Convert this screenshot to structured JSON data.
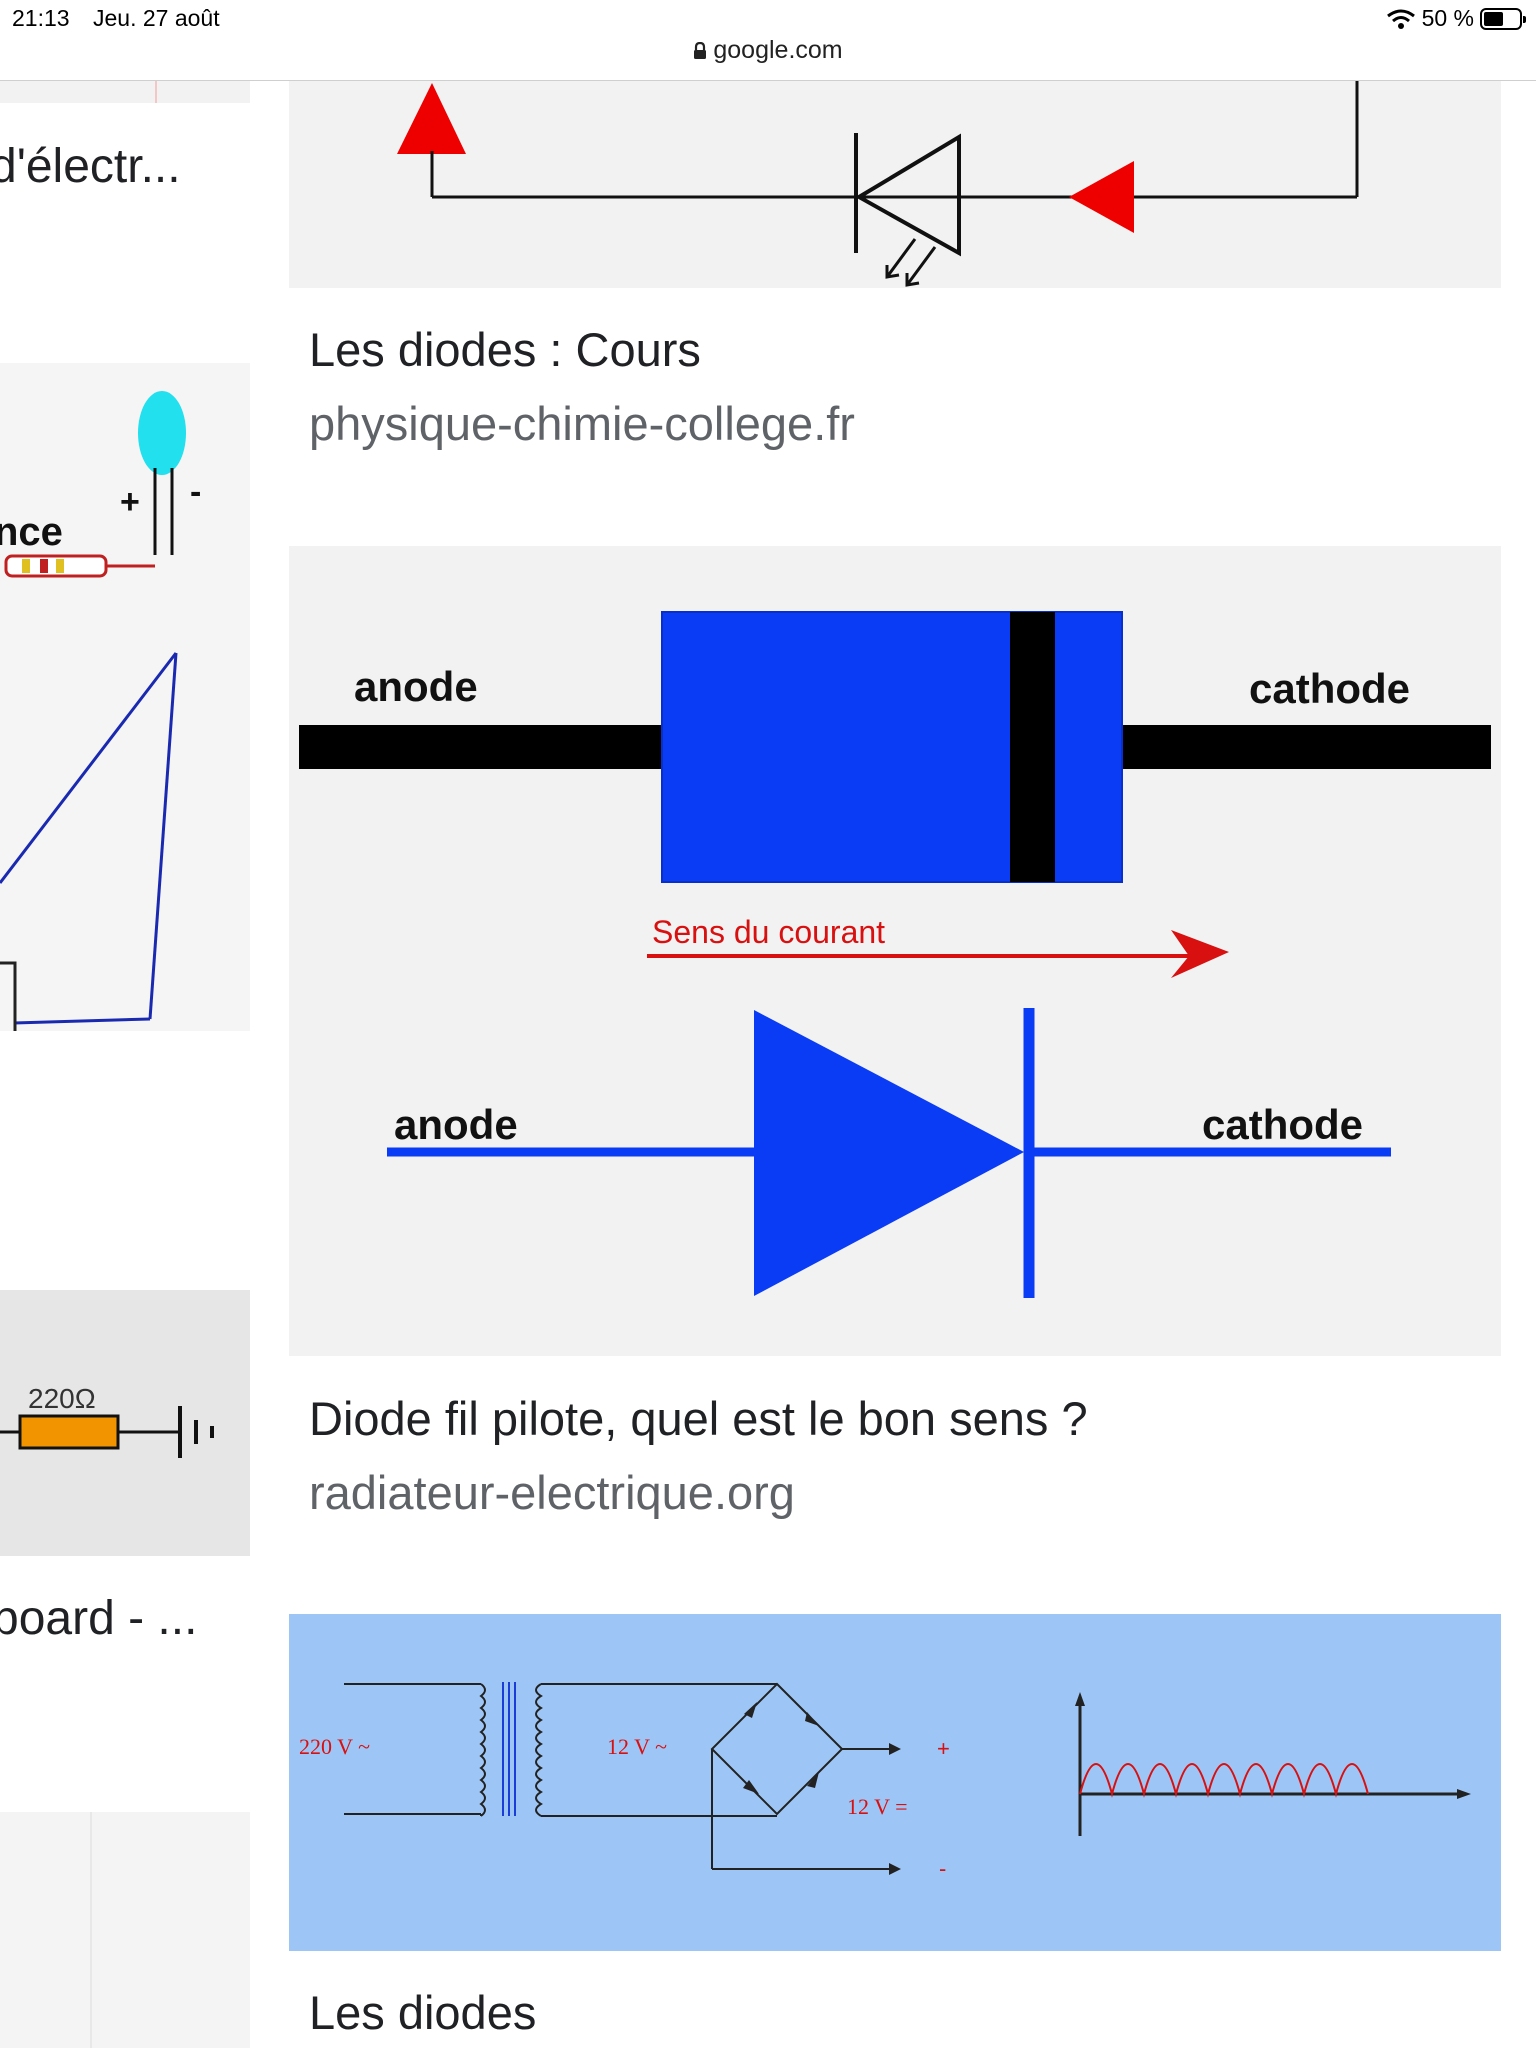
{
  "status_bar": {
    "time": "21:13",
    "date": "Jeu. 27 août",
    "battery_text": "50 %",
    "battery_level": 0.5
  },
  "browser": {
    "url": "google.com"
  },
  "left_results": [
    {
      "title": "d'électr..."
    },
    {
      "title": "board - ..."
    }
  ],
  "left_images": {
    "led_circuit": {
      "label_fragment": "nce",
      "plus": "+",
      "minus": "-"
    },
    "resistor_circuit": {
      "resistor_value": "220Ω"
    }
  },
  "results": [
    {
      "title": "Les diodes : Cours",
      "source": "physique-chimie-college.fr"
    },
    {
      "title": "Diode fil pilote, quel est le bon sens ?",
      "source": "radiateur-electrique.org",
      "image": {
        "anode_top": "anode",
        "cathode_top": "cathode",
        "current_label": "Sens du courant",
        "anode_bottom": "anode",
        "cathode_bottom": "cathode"
      }
    },
    {
      "title": "Les diodes",
      "image": {
        "input_voltage": "220 V ~",
        "secondary_voltage": "12 V ~",
        "output_voltage": "12 V =",
        "plus": "+",
        "minus": "-"
      }
    }
  ],
  "colors": {
    "diode_blue": "#0a3cf5",
    "current_red": "#d81010",
    "bridge_bg": "#9dc6f6",
    "card_bg": "#f2f2f2",
    "led_cyan": "#22e0ee"
  }
}
